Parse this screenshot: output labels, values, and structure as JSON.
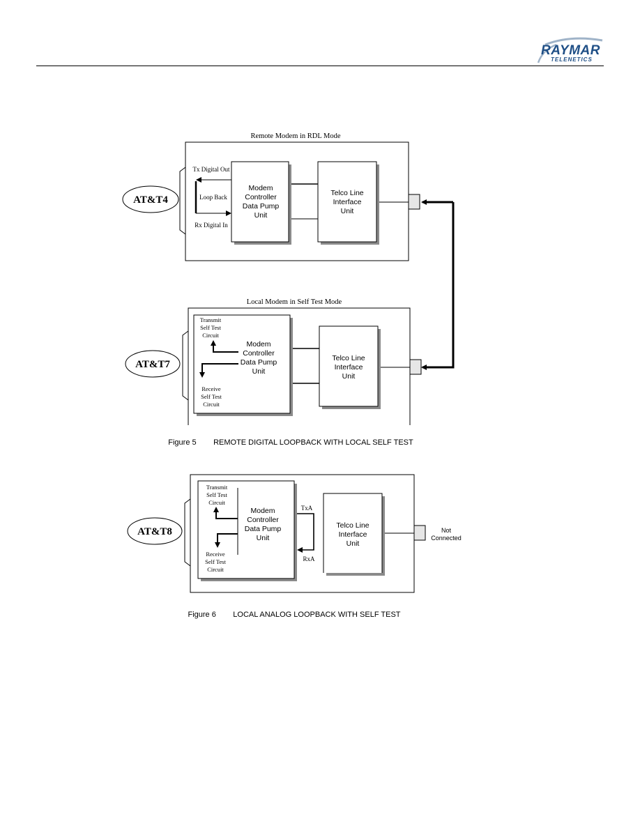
{
  "logo": {
    "name": "RAYMAR",
    "sub": "TELENETICS"
  },
  "figure5": {
    "remote_title": "Remote Modem in RDL Mode",
    "remote_badge": "AT&T4",
    "tx_digital_out": "Tx Digital Out",
    "loop_back": "Loop Back",
    "rx_digital_in": "Rx Digital In",
    "modem_lines": [
      "Modem",
      "Controller",
      "Data Pump",
      "Unit"
    ],
    "telco_lines": [
      "Telco Line",
      "Interface",
      "Unit"
    ],
    "local_title": "Local Modem in Self Test Mode",
    "local_badge": "AT&T7",
    "transmit_lines": [
      "Transmit",
      "Self Test",
      "Circuit"
    ],
    "receive_lines": [
      "Receive",
      "Self Test",
      "Circuit"
    ],
    "caption": "Figure 5        REMOTE DIGITAL LOOPBACK WITH LOCAL SELF TEST"
  },
  "figure6": {
    "badge": "AT&T8",
    "transmit_lines": [
      "Transmit",
      "Self Test",
      "Circuit"
    ],
    "receive_lines": [
      "Receive",
      "Self Test",
      "Circuit"
    ],
    "modem_lines": [
      "Modem",
      "Controller",
      "Data Pump",
      "Unit"
    ],
    "txa": "TxA",
    "rxa": "RxA",
    "telco_lines": [
      "Telco Line",
      "Interface",
      "Unit"
    ],
    "not_connected": [
      "Not",
      "Connected"
    ],
    "caption": "Figure 6        LOCAL ANALOG LOOPBACK WITH SELF TEST"
  }
}
